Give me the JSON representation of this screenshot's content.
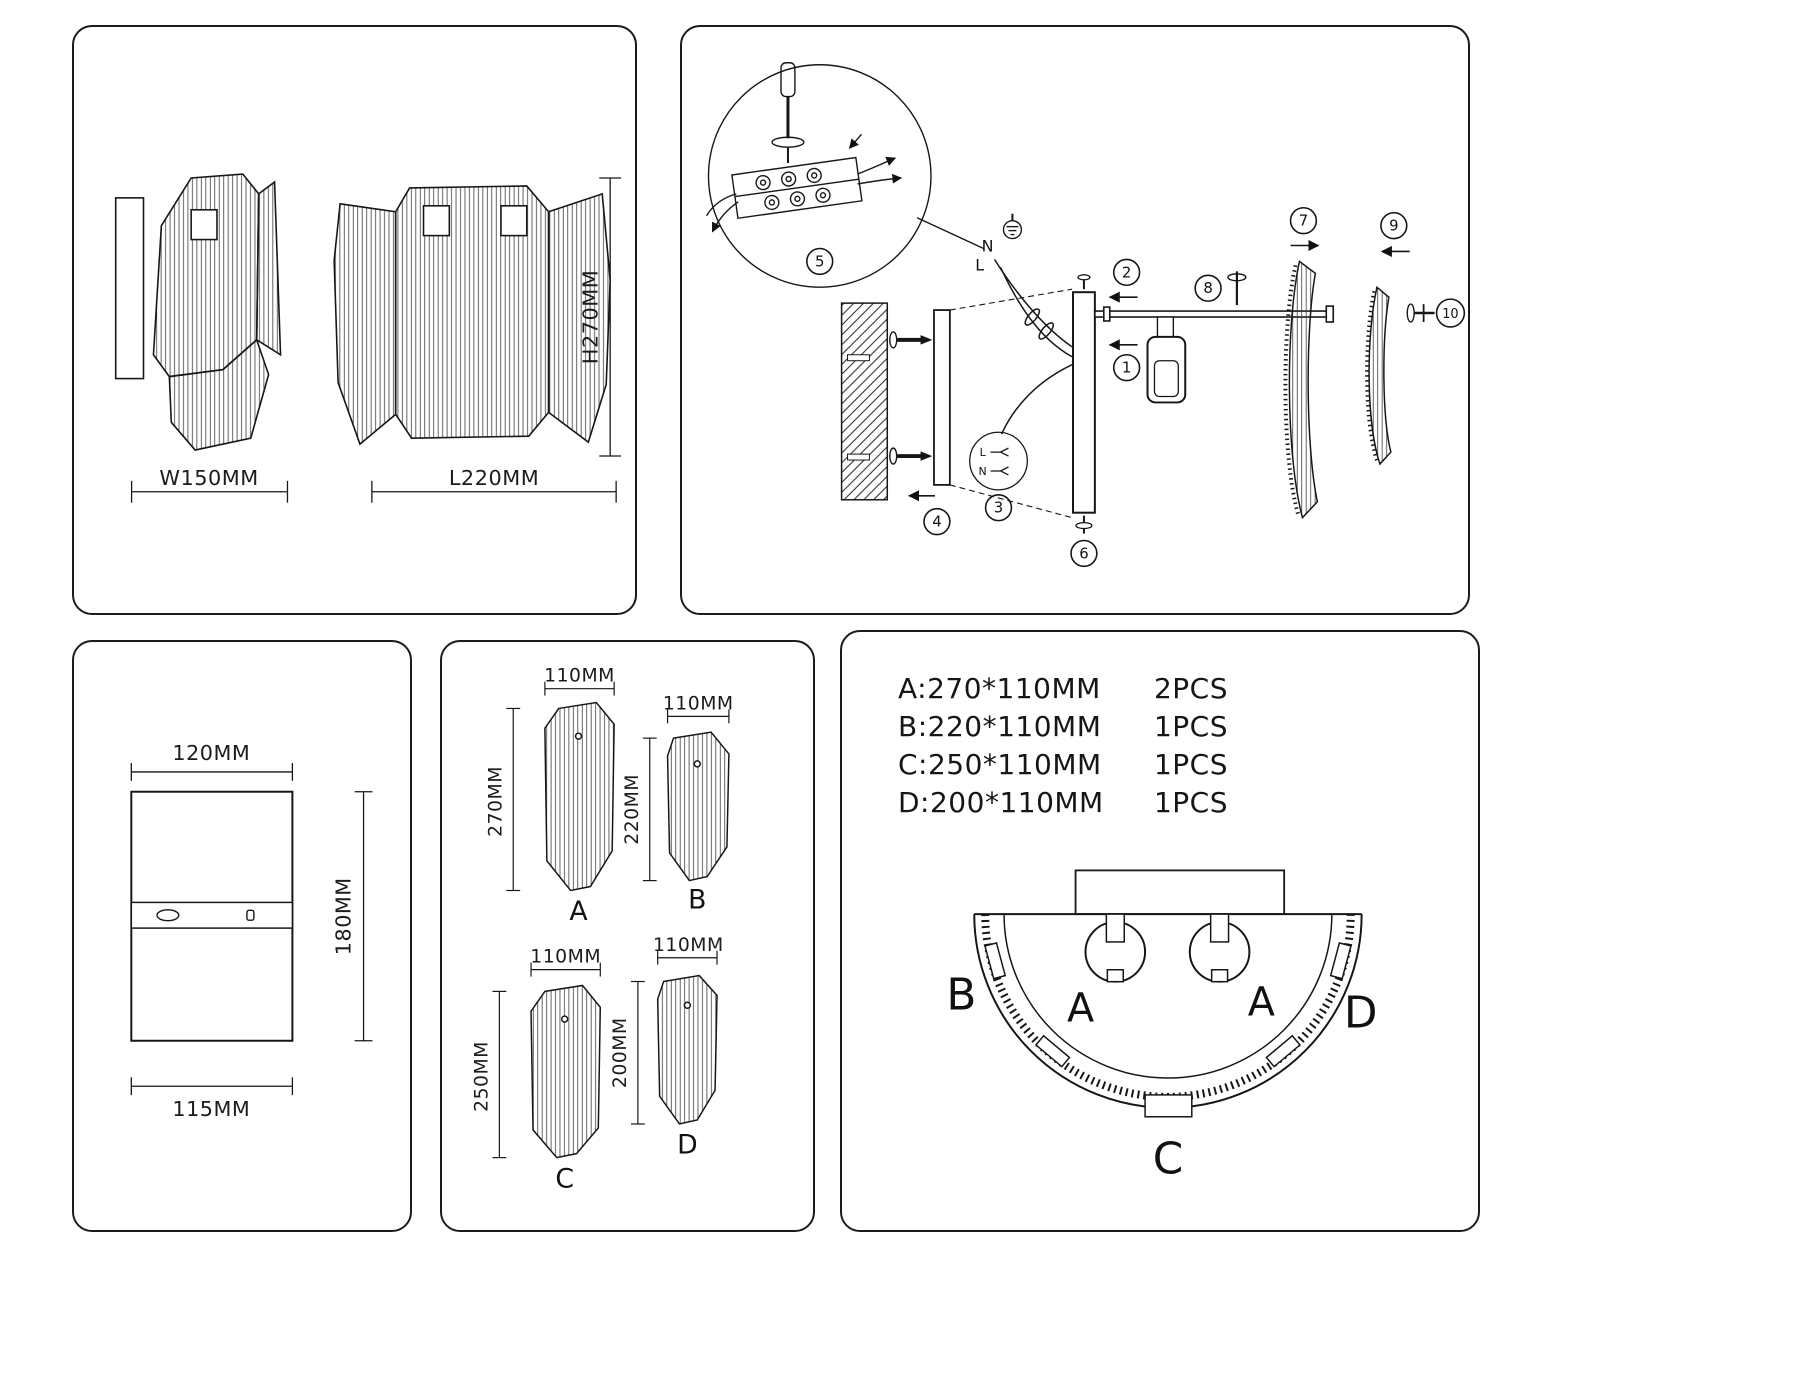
{
  "dimensions_panel": {
    "width": "W150MM",
    "length": "L220MM",
    "height": "H270MM"
  },
  "assembly_panel": {
    "steps": [
      "1",
      "2",
      "3",
      "4",
      "5",
      "6",
      "7",
      "8",
      "9",
      "10"
    ],
    "wire_n": "N",
    "wire_l": "L"
  },
  "backplate_panel": {
    "top_width": "120MM",
    "height": "180MM",
    "bottom_width": "115MM"
  },
  "crystals_panel": {
    "pieces": [
      {
        "letter": "A",
        "width": "110MM",
        "height": "270MM"
      },
      {
        "letter": "B",
        "width": "110MM",
        "height": "220MM"
      },
      {
        "letter": "C",
        "width": "110MM",
        "height": "250MM"
      },
      {
        "letter": "D",
        "width": "110MM",
        "height": "200MM"
      }
    ]
  },
  "parts_panel": {
    "list": [
      {
        "size": "A:270*110MM",
        "qty": "2PCS"
      },
      {
        "size": "B:220*110MM",
        "qty": "1PCS"
      },
      {
        "size": "C:250*110MM",
        "qty": "1PCS"
      },
      {
        "size": "D:200*110MM",
        "qty": "1PCS"
      }
    ],
    "top_view_labels": [
      "B",
      "A",
      "A",
      "D",
      "C"
    ]
  }
}
